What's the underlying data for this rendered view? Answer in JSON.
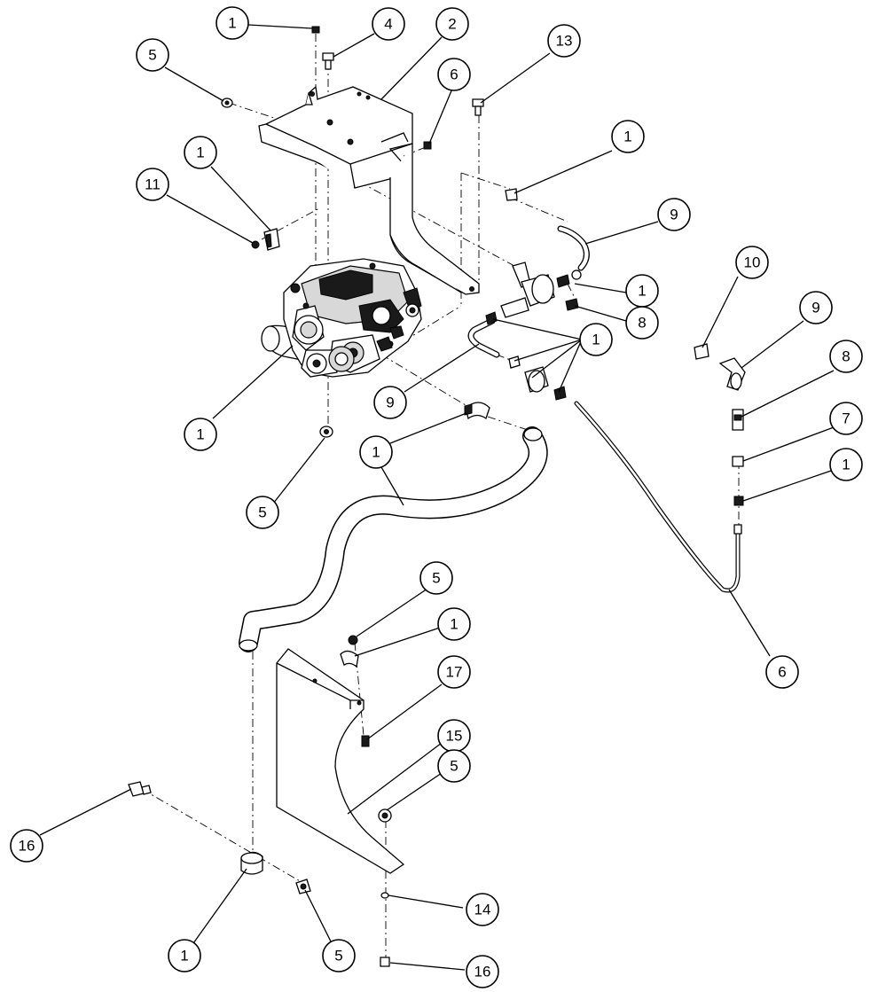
{
  "diagram": {
    "callouts": [
      {
        "id": "c-top-1",
        "label": "1"
      },
      {
        "id": "c-top-4",
        "label": "4"
      },
      {
        "id": "c-top-2",
        "label": "2"
      },
      {
        "id": "c-5a",
        "label": "5"
      },
      {
        "id": "c-6a",
        "label": "6"
      },
      {
        "id": "c-13",
        "label": "13"
      },
      {
        "id": "c-1b",
        "label": "1"
      },
      {
        "id": "c-11",
        "label": "11"
      },
      {
        "id": "c-1c",
        "label": "1"
      },
      {
        "id": "c-9a",
        "label": "9"
      },
      {
        "id": "c-10",
        "label": "10"
      },
      {
        "id": "c-1d",
        "label": "1"
      },
      {
        "id": "c-8a",
        "label": "8"
      },
      {
        "id": "c-9b",
        "label": "9"
      },
      {
        "id": "c-1e",
        "label": "1"
      },
      {
        "id": "c-8b",
        "label": "8"
      },
      {
        "id": "c-1f",
        "label": "1"
      },
      {
        "id": "c-9c",
        "label": "9"
      },
      {
        "id": "c-7",
        "label": "7"
      },
      {
        "id": "c-1g",
        "label": "1"
      },
      {
        "id": "c-1h",
        "label": "1"
      },
      {
        "id": "c-5b",
        "label": "5"
      },
      {
        "id": "c-5c",
        "label": "5"
      },
      {
        "id": "c-1i",
        "label": "1"
      },
      {
        "id": "c-6b",
        "label": "6"
      },
      {
        "id": "c-17",
        "label": "17"
      },
      {
        "id": "c-15",
        "label": "15"
      },
      {
        "id": "c-5d",
        "label": "5"
      },
      {
        "id": "c-16a",
        "label": "16"
      },
      {
        "id": "c-14",
        "label": "14"
      },
      {
        "id": "c-1j",
        "label": "1"
      },
      {
        "id": "c-5e",
        "label": "5"
      },
      {
        "id": "c-16b",
        "label": "16"
      }
    ]
  }
}
